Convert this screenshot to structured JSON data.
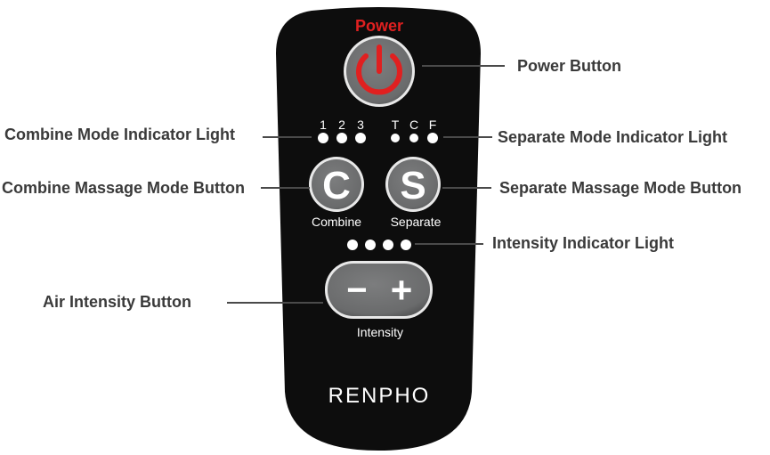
{
  "remote": {
    "power_label": "Power",
    "combine_indicator_labels": [
      "1",
      "2",
      "3"
    ],
    "separate_indicator_labels": [
      "T",
      "C",
      "F"
    ],
    "combine_button_letter": "C",
    "combine_button_caption": "Combine",
    "separate_button_letter": "S",
    "separate_button_caption": "Separate",
    "intensity_minus": "−",
    "intensity_plus": "+",
    "intensity_caption": "Intensity",
    "brand": "RENPHO"
  },
  "callouts": {
    "power_button": "Power Button",
    "combine_indicator": "Combine Mode Indicator Light",
    "separate_indicator": "Separate Mode Indicator Light",
    "combine_button": "Combine Massage Mode Button",
    "separate_button": "Separate Massage Mode Button",
    "intensity_indicator": "Intensity Indicator Light",
    "air_intensity_button": "Air Intensity Button"
  },
  "colors": {
    "body": "#0d0d0d",
    "power_accent": "#e02020",
    "button_grey": "#6e6f70",
    "indicator_white": "#ffffff",
    "callout_text": "#3a3a3a"
  },
  "icons": {
    "power": "power-icon"
  }
}
